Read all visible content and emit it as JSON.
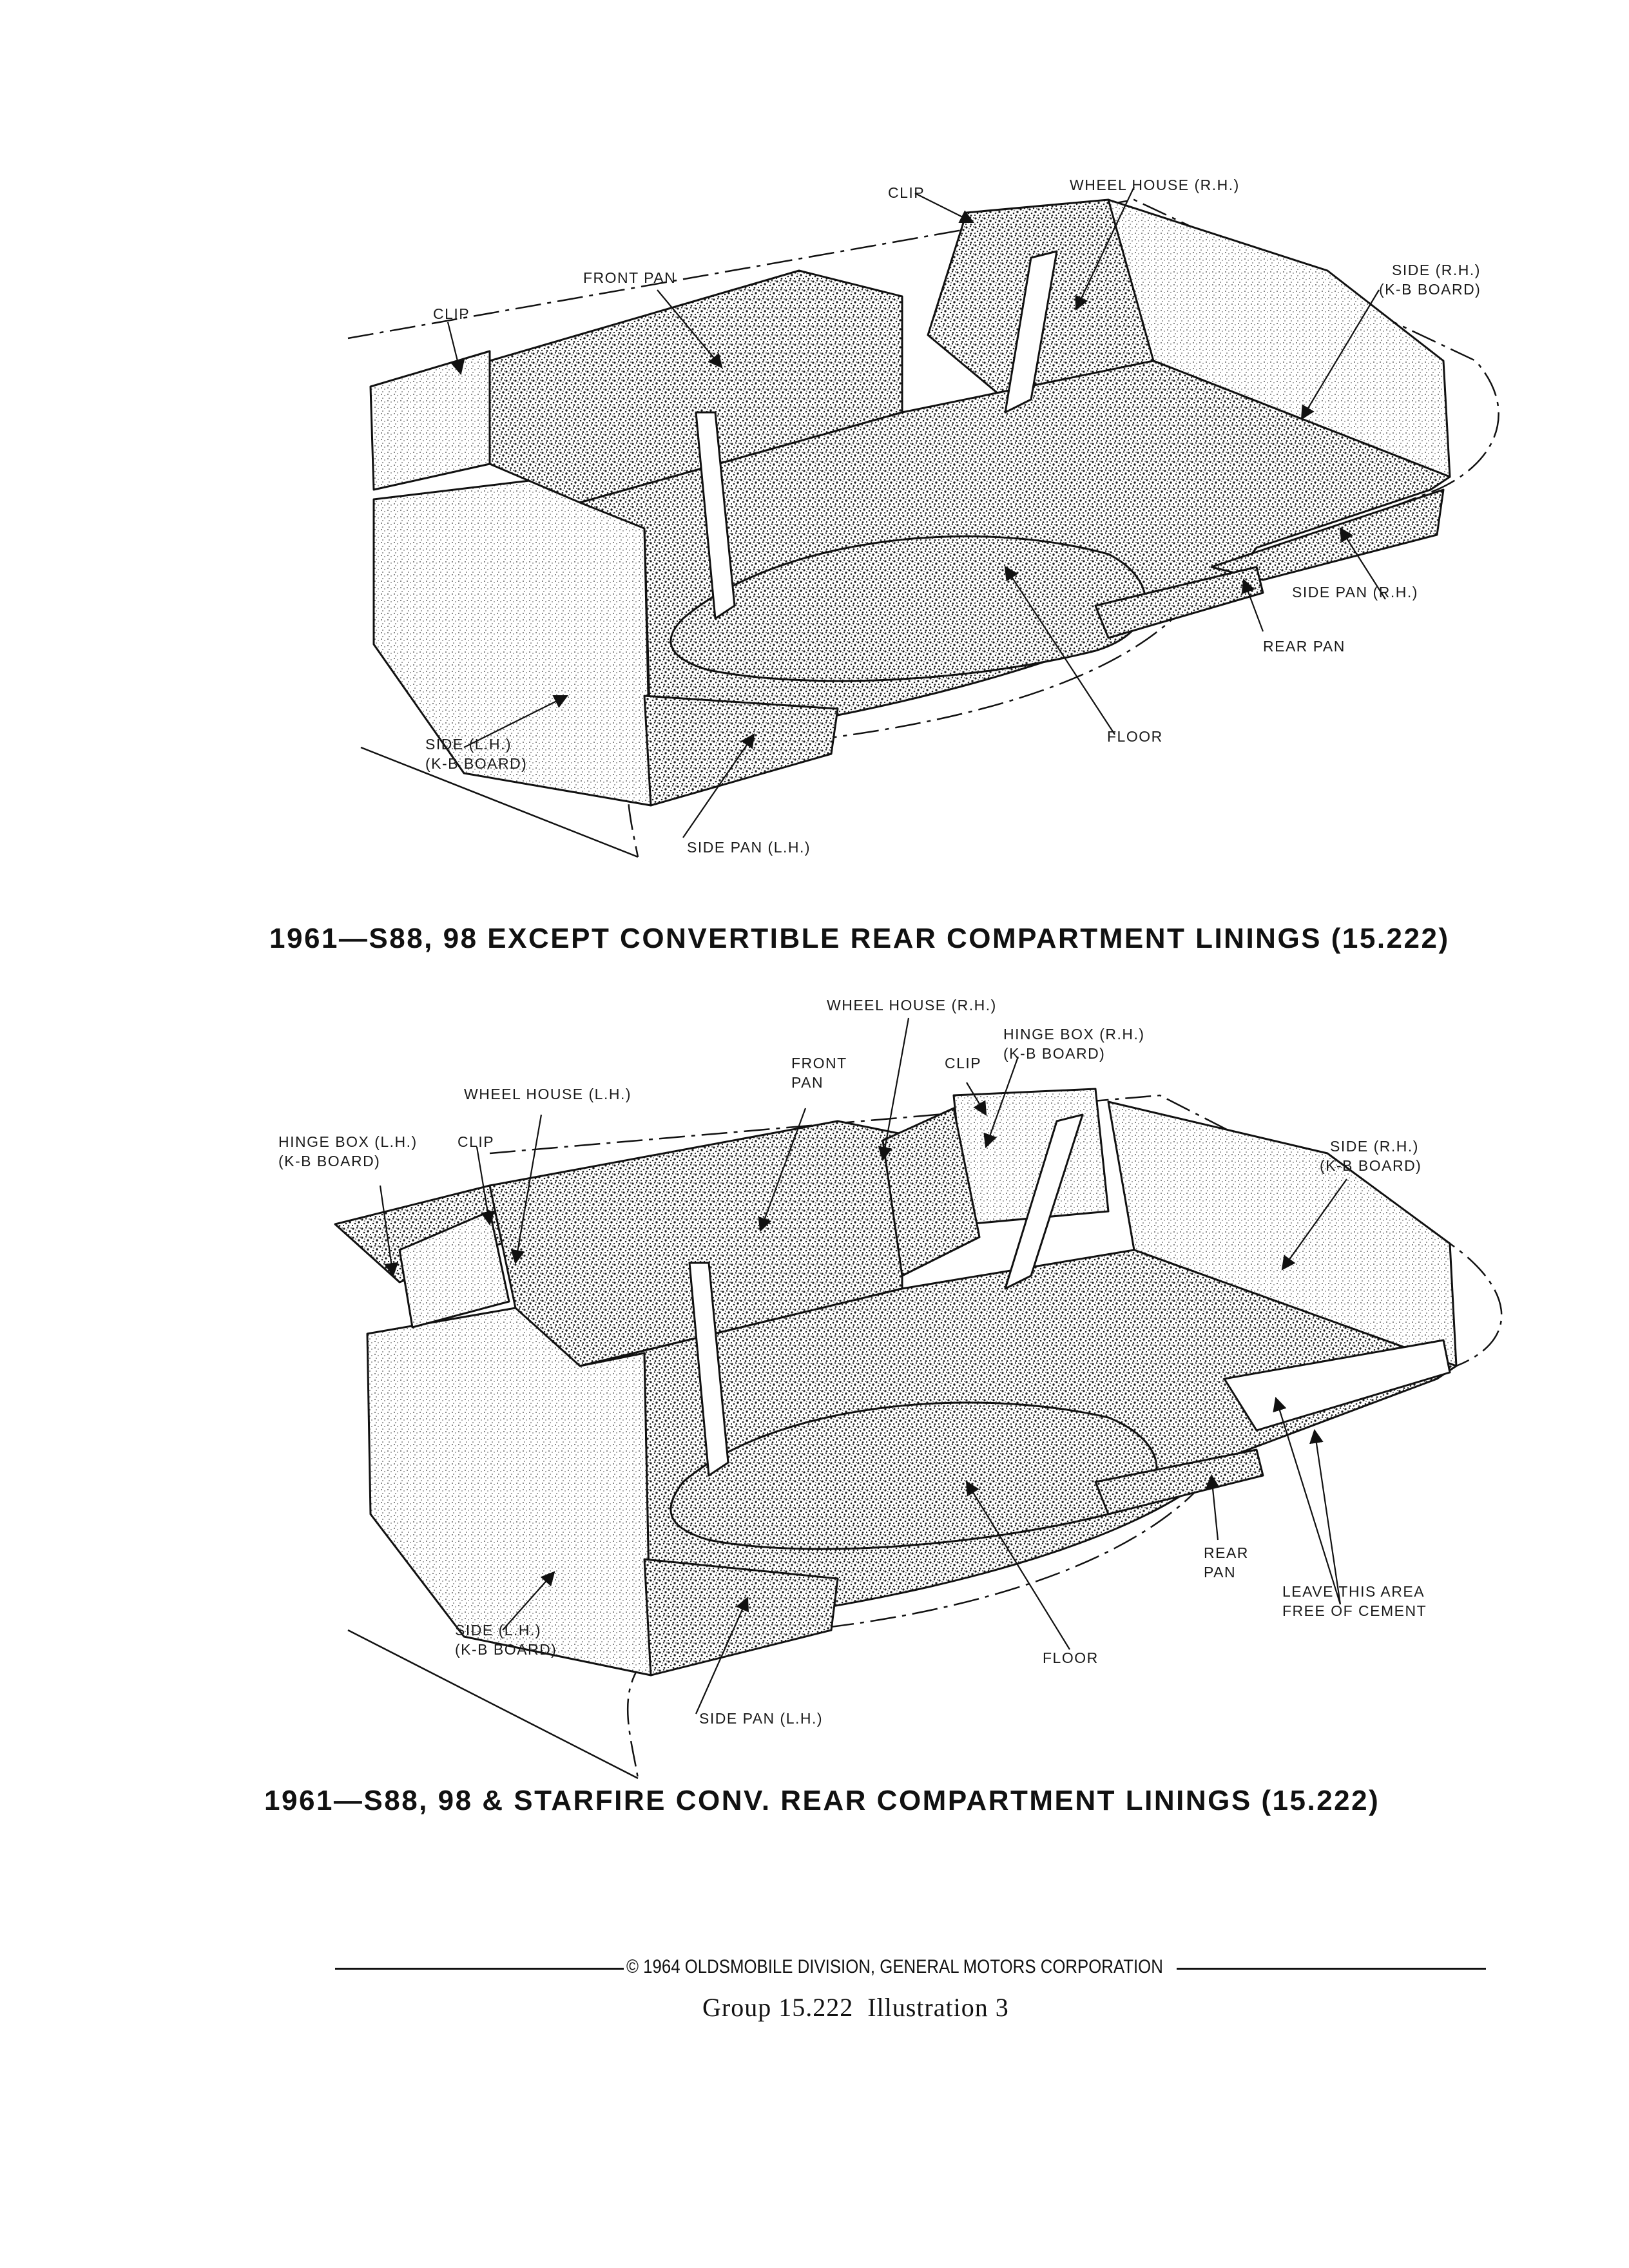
{
  "diagram_top": {
    "labels": {
      "clip_top": "CLIP",
      "wheel_house_rh": "WHEEL HOUSE (R.H.)",
      "front_pan": "FRONT PAN",
      "clip_left": "CLIP",
      "side_rh_line1": "SIDE (R.H.)",
      "side_rh_line2": "(K-B BOARD)",
      "side_pan_rh": "SIDE PAN (R.H.)",
      "rear_pan": "REAR PAN",
      "floor": "FLOOR",
      "side_lh_line1": "SIDE (L.H.)",
      "side_lh_line2": "(K-B BOARD)",
      "side_pan_lh": "SIDE PAN (L.H.)"
    },
    "caption": "1961—S88, 98 EXCEPT CONVERTIBLE REAR COMPARTMENT LININGS (15.222)"
  },
  "diagram_bottom": {
    "labels": {
      "wheel_house_rh": "WHEEL HOUSE (R.H.)",
      "hinge_box_rh_line1": "HINGE BOX (R.H.)",
      "hinge_box_rh_line2": "(K-B BOARD)",
      "front_pan_line1": "FRONT",
      "front_pan_line2": "PAN",
      "clip_right": "CLIP",
      "wheel_house_lh": "WHEEL HOUSE (L.H.)",
      "hinge_box_lh_line1": "HINGE BOX (L.H.)",
      "hinge_box_lh_line2": "(K-B BOARD)",
      "clip_left": "CLIP",
      "side_rh_line1": "SIDE (R.H.)",
      "side_rh_line2": "(K-B BOARD)",
      "rear_pan_line1": "REAR",
      "rear_pan_line2": "PAN",
      "leave_area_line1": "LEAVE THIS AREA",
      "leave_area_line2": "FREE OF CEMENT",
      "floor": "FLOOR",
      "side_lh_line1": "SIDE (L.H.)",
      "side_lh_line2": "(K-B BOARD)",
      "side_pan_lh": "SIDE PAN (L.H.)"
    },
    "caption": "1961—S88, 98 & STARFIRE CONV. REAR COMPARTMENT LININGS (15.222)"
  },
  "footer": {
    "copyright": "© 1964 OLDSMOBILE DIVISION, GENERAL MOTORS CORPORATION",
    "group_line": "Group 15.222  Illustration 3"
  }
}
